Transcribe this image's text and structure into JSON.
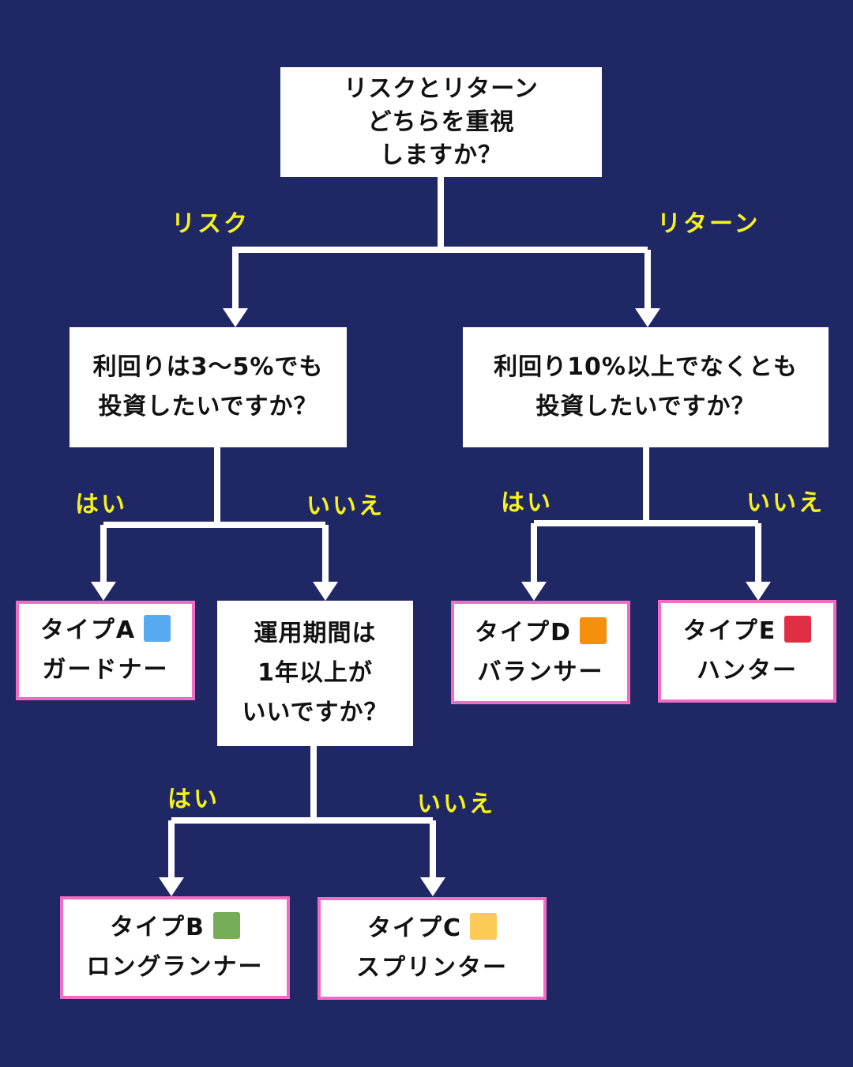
{
  "colors": {
    "background": "#202765",
    "box": "#ffffff",
    "result_border": "#f26bc4",
    "branch_label": "#f7f21c",
    "connector": "#ffffff"
  },
  "root": {
    "lines": [
      "リスクとリターン",
      "どちらを重視",
      "しますか？"
    ]
  },
  "branches": {
    "risk": "リスク",
    "return": "リターン"
  },
  "risk_question": {
    "lines": [
      "利回りは3〜5%でも",
      "投資したいですか？"
    ],
    "yes": "はい",
    "no": "いいえ"
  },
  "return_question": {
    "lines": [
      "利回り10%以上でなくとも",
      "投資したいですか？"
    ],
    "yes": "はい",
    "no": "いいえ"
  },
  "period_question": {
    "lines": [
      "運用期間は",
      "1年以上が",
      "いいですか？"
    ],
    "yes": "はい",
    "no": "いいえ"
  },
  "results": {
    "a": {
      "type": "タイプA",
      "name": "ガードナー",
      "color": "#56aaf0",
      "color_name": "blue"
    },
    "b": {
      "type": "タイプB",
      "name": "ロングランナー",
      "color": "#77ad58",
      "color_name": "green"
    },
    "c": {
      "type": "タイプC",
      "name": "スプリンター",
      "color": "#fccb55",
      "color_name": "yellow"
    },
    "d": {
      "type": "タイプD",
      "name": "バランサー",
      "color": "#f5900f",
      "color_name": "orange"
    },
    "e": {
      "type": "タイプE",
      "name": "ハンター",
      "color": "#e02f45",
      "color_name": "red"
    }
  }
}
